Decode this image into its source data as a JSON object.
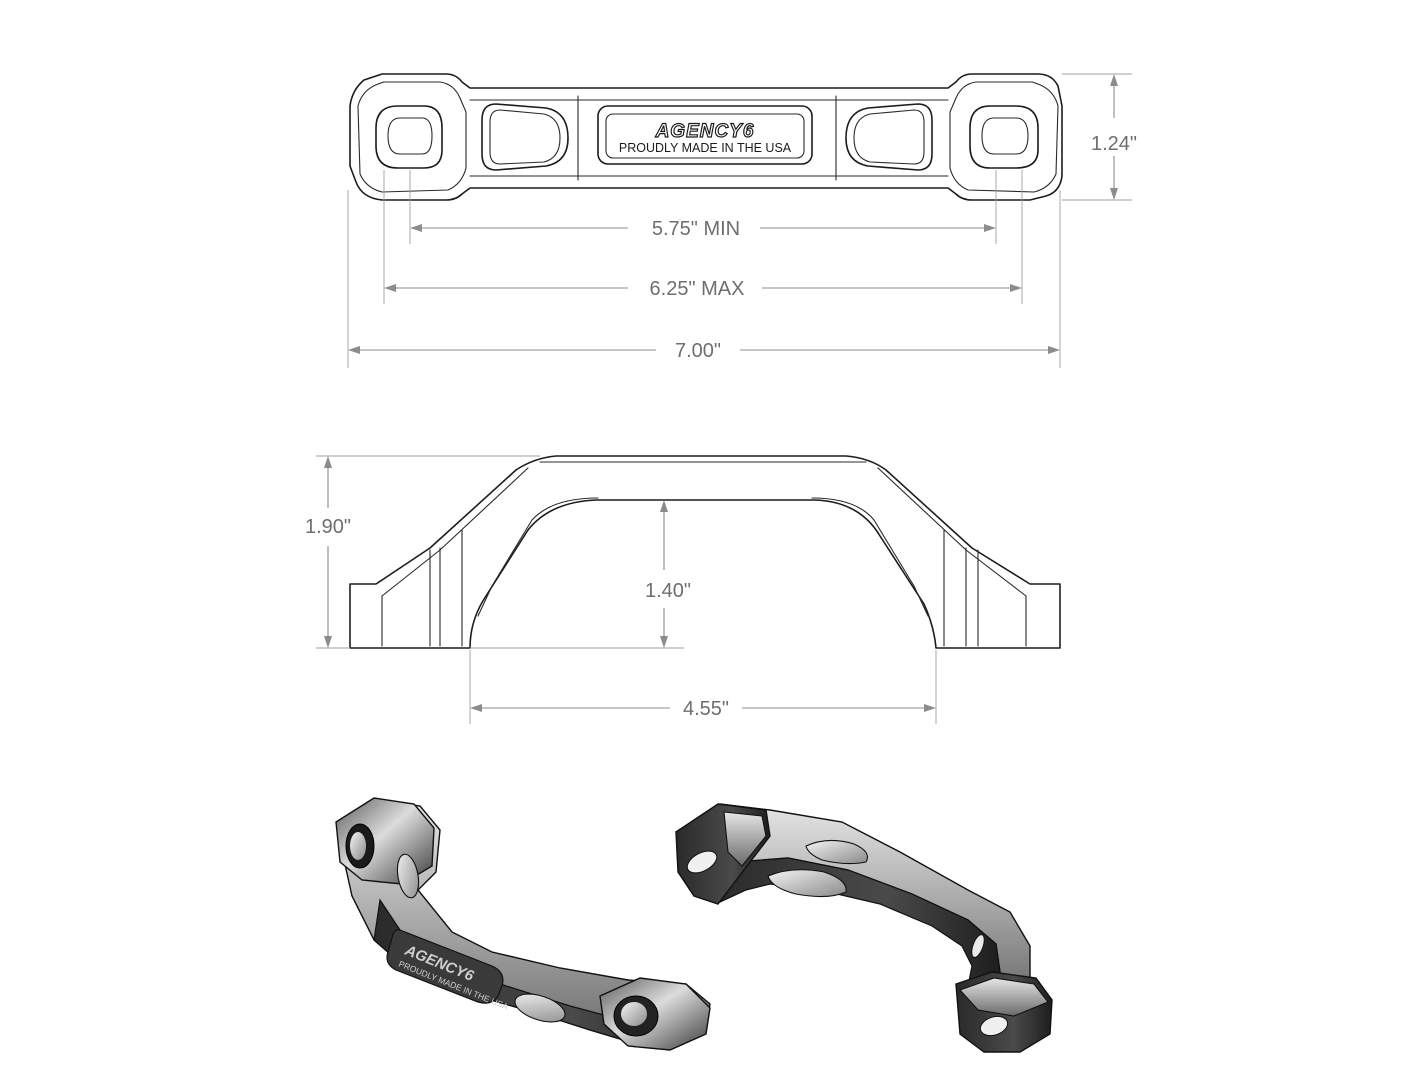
{
  "top_view": {
    "brand": "AGENCY6",
    "tagline": "PROUDLY MADE IN THE USA",
    "dims": {
      "height": "1.24\"",
      "min": "5.75\" MIN",
      "max": "6.25\" MAX",
      "overall": "7.00\""
    }
  },
  "side_view": {
    "dims": {
      "height": "1.90\"",
      "inner_height": "1.40\"",
      "inner_width": "4.55\""
    }
  },
  "iso_view": {
    "brand": "AGENCY6",
    "tagline": "PROUDLY MADE IN THE USA"
  },
  "colors": {
    "outline": "#1c1c1c",
    "dimension": "#8c8c8c",
    "metal_dark": "#2b2b2b",
    "metal_light": "#d9d9d9"
  }
}
